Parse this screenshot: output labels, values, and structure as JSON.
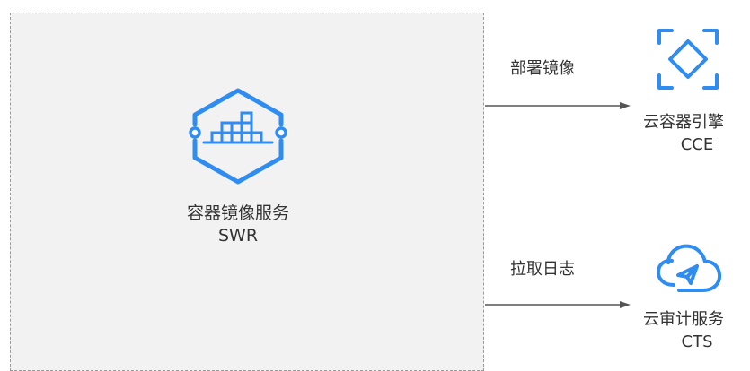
{
  "swr": {
    "name": "容器镜像服务",
    "abbr": "SWR"
  },
  "flows": [
    {
      "label": "部署镜像"
    },
    {
      "label": "拉取日志"
    }
  ],
  "services": [
    {
      "name": "云容器引擎",
      "abbr": "CCE"
    },
    {
      "name": "云审计服务",
      "abbr": "CTS"
    }
  ],
  "colors": {
    "icon_blue": "#2f8cf0",
    "arrow": "#555555",
    "box_fill": "#f2f2f2",
    "box_border": "#9a9a9a"
  }
}
